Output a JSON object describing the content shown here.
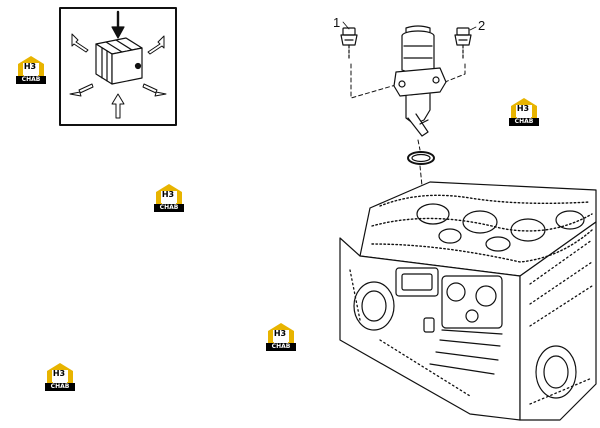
{
  "callouts": {
    "part_1": "1",
    "part_2": "2"
  },
  "watermark": {
    "letters": "H3",
    "word": "CHAB"
  },
  "colors": {
    "line": "#111111",
    "watermark_gold": "#e8b400",
    "paper": "#ffffff"
  },
  "icons": {
    "inset": "relay-flow-arrows-icon",
    "screw": "screw-icon",
    "sensor": "solenoid-sensor-icon",
    "seal": "o-ring-icon",
    "block": "engine-block-icon",
    "logo": "h3-chab-logo-icon"
  }
}
